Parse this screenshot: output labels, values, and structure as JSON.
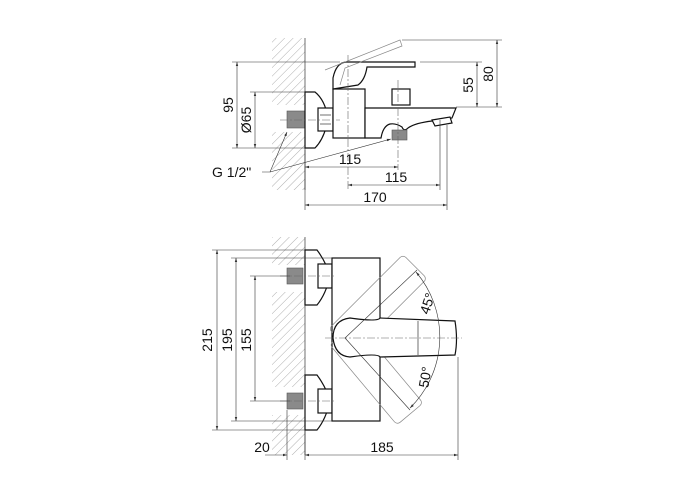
{
  "side_view": {
    "dims": {
      "height_95": "95",
      "rosette_dia": "Ø65",
      "h_55": "55",
      "h_80": "80",
      "w_115a": "115",
      "w_115b": "115",
      "w_170": "170"
    },
    "thread_label": "G 1/2\""
  },
  "front_view": {
    "dims": {
      "h_215": "215",
      "h_195": "195",
      "h_155": "155",
      "w_20": "20",
      "w_185": "185"
    },
    "angles": {
      "up": "45°",
      "down": "50°"
    }
  }
}
